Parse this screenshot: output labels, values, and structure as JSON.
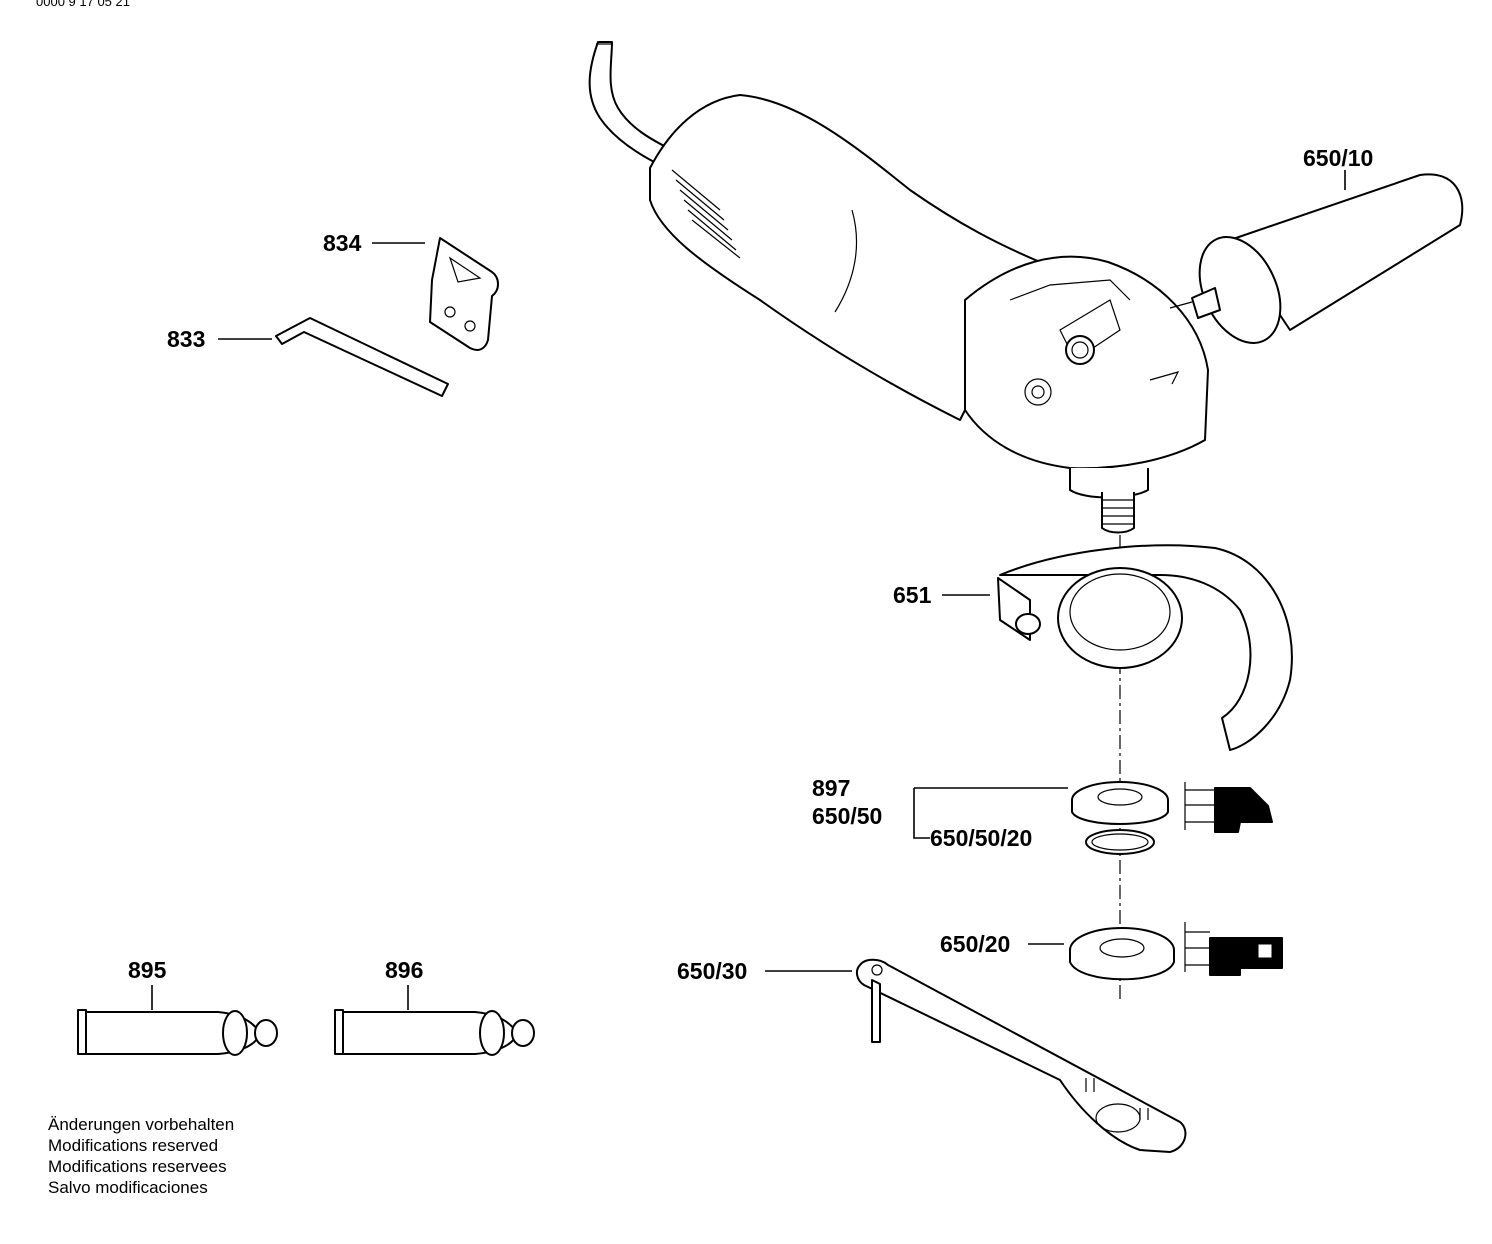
{
  "header_fragment": "0000 9 17 05 21",
  "parts": [
    {
      "id": "650/10",
      "name": "auxiliary-handle"
    },
    {
      "id": "834",
      "name": "bracket"
    },
    {
      "id": "833",
      "name": "hex-key"
    },
    {
      "id": "651",
      "name": "protective-guard"
    },
    {
      "id": "897",
      "name": "clamping-nut"
    },
    {
      "id": "650/50",
      "name": "clamping-nut-assembly"
    },
    {
      "id": "650/50/20",
      "name": "o-ring"
    },
    {
      "id": "650/20",
      "name": "mounting-flange"
    },
    {
      "id": "650/30",
      "name": "two-pin-spanner"
    },
    {
      "id": "895",
      "name": "grease-tube-1"
    },
    {
      "id": "896",
      "name": "grease-tube-2"
    }
  ],
  "notes": [
    "Änderungen vorbehalten",
    "Modifications reserved",
    "Modifications reservees",
    "Salvo modificaciones"
  ]
}
